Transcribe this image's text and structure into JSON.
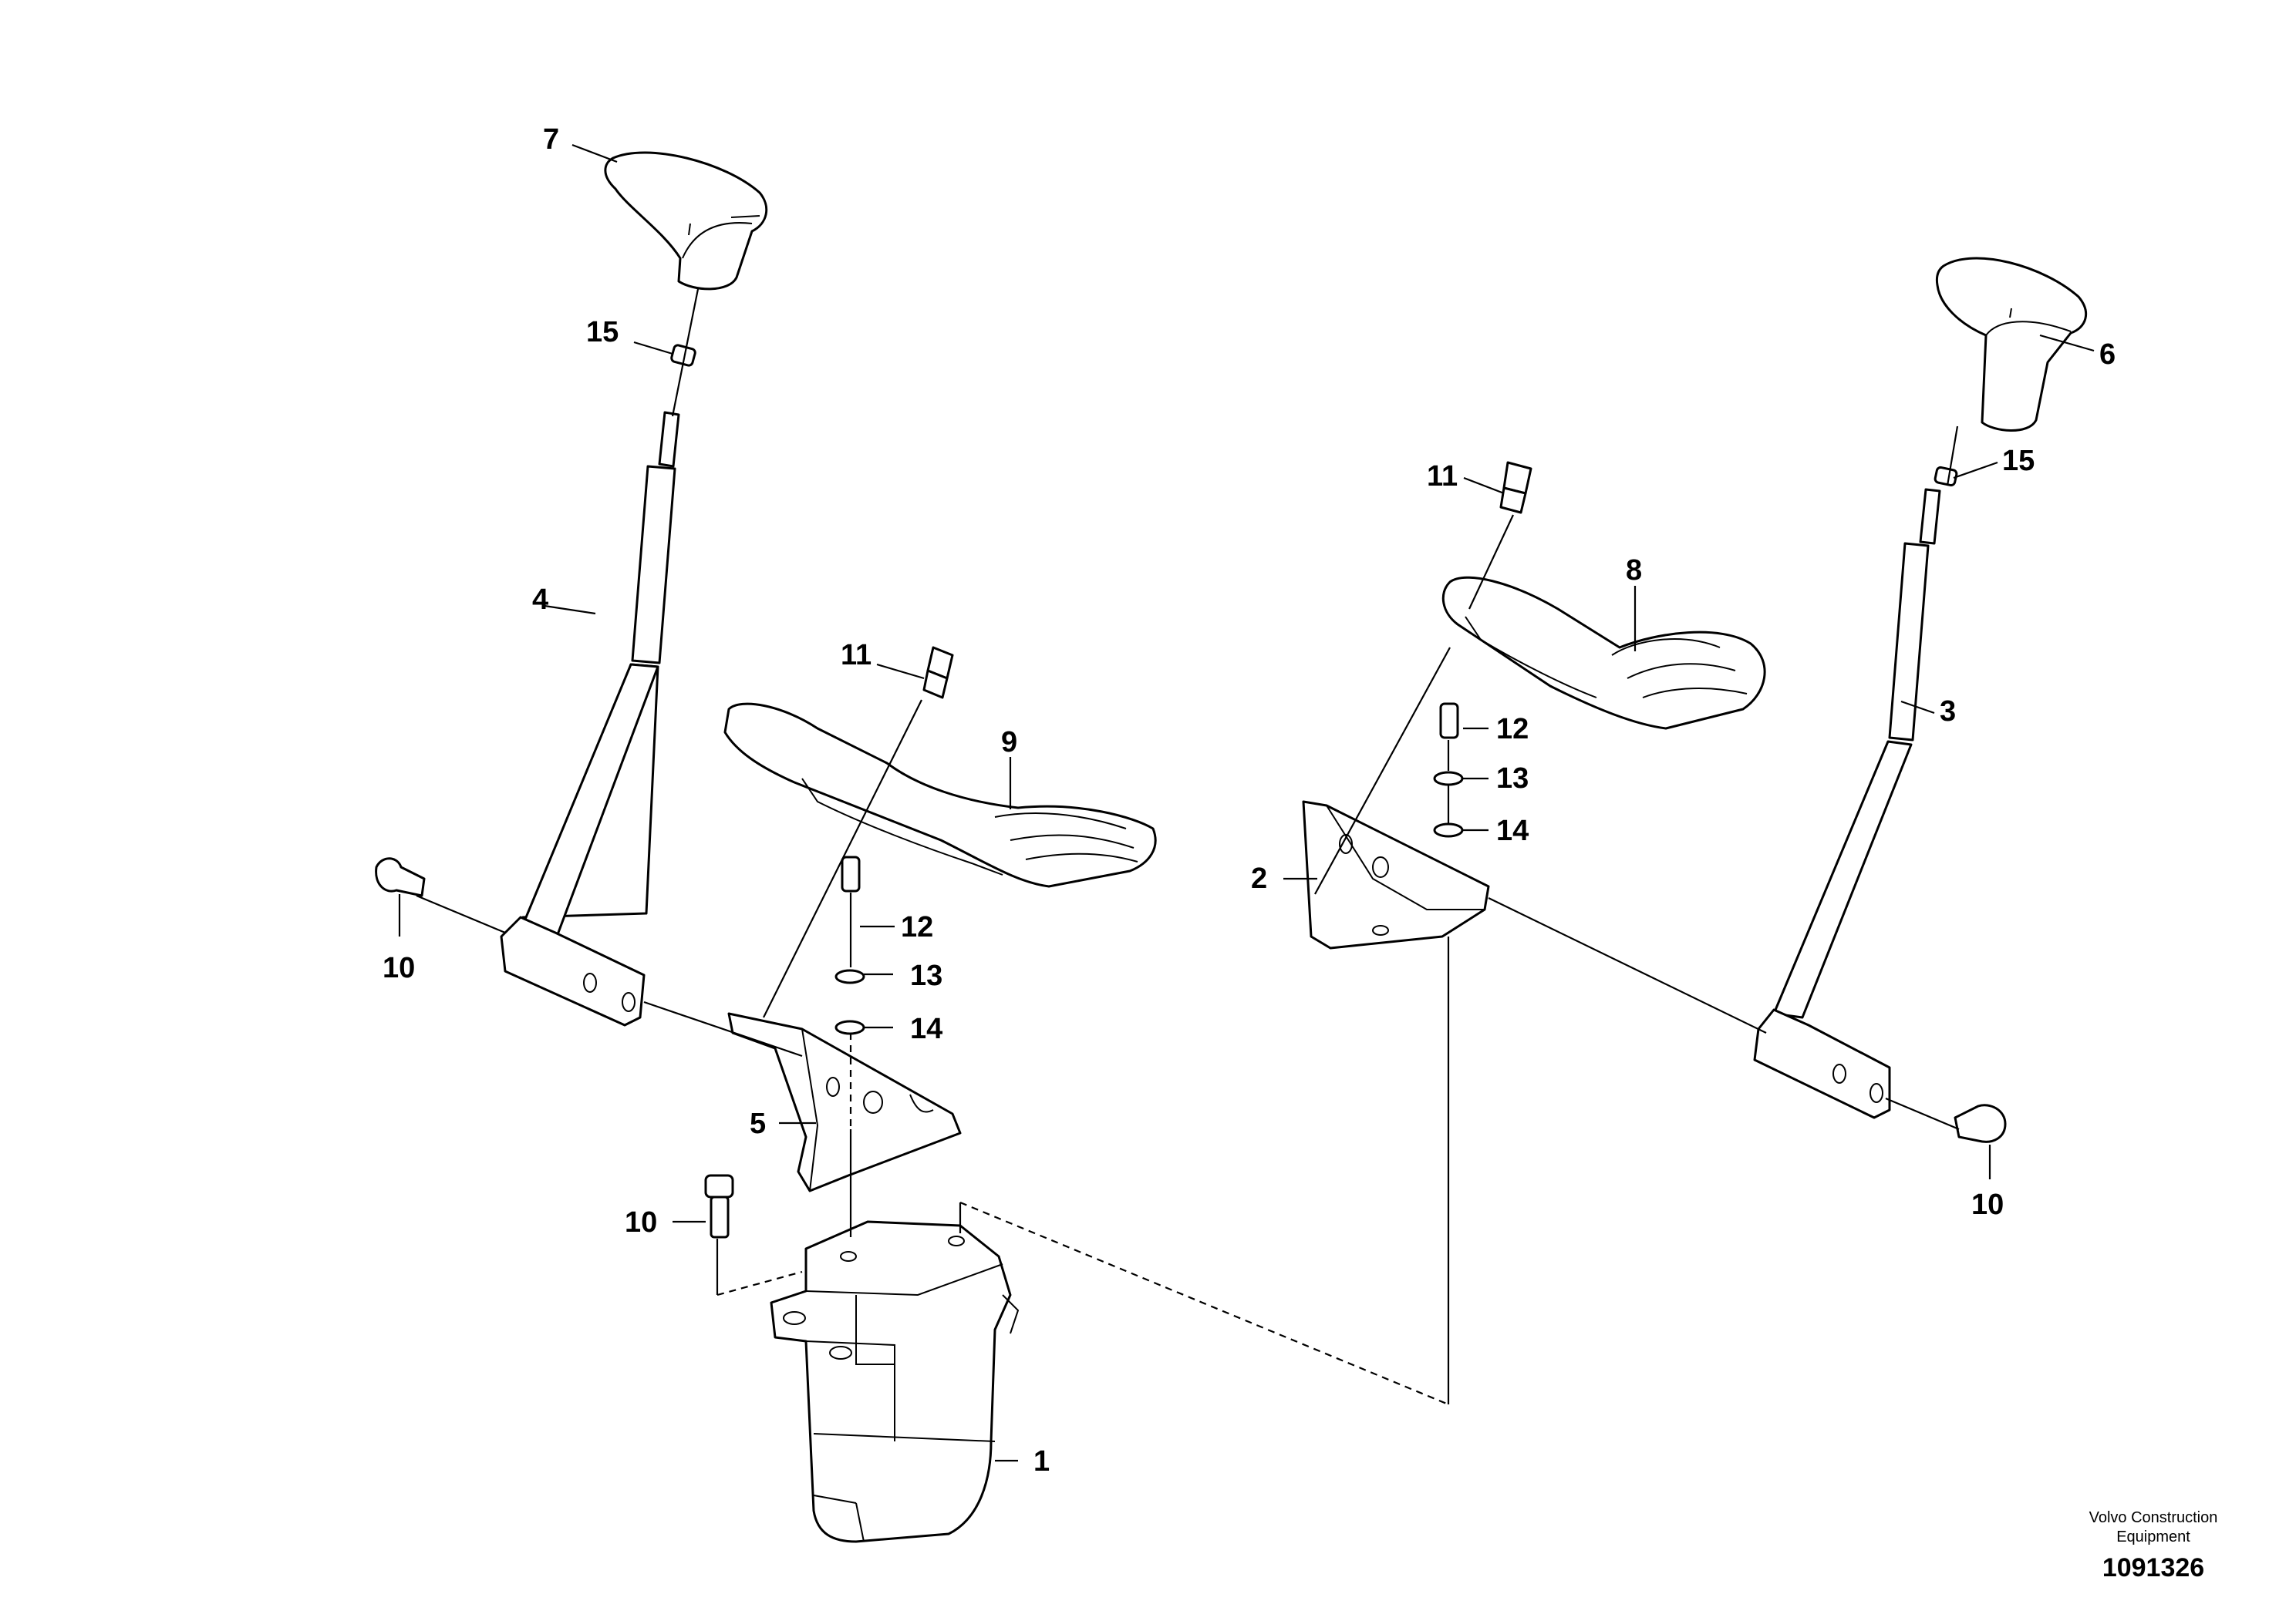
{
  "labels": {
    "p7": "7",
    "p15a": "15",
    "p4": "4",
    "p10a": "10",
    "p11a": "11",
    "p9": "9",
    "p12a": "12",
    "p13a": "13",
    "p14a": "14",
    "p5": "5",
    "p10b": "10",
    "p1": "1",
    "p6": "6",
    "p15b": "15",
    "p11b": "11",
    "p8": "8",
    "p12b": "12",
    "p13b": "13",
    "p14b": "14",
    "p2": "2",
    "p3": "3",
    "p10c": "10"
  },
  "footer": {
    "brand_line1": "Volvo Construction",
    "brand_line2": "Equipment",
    "doc_number": "1091326"
  }
}
